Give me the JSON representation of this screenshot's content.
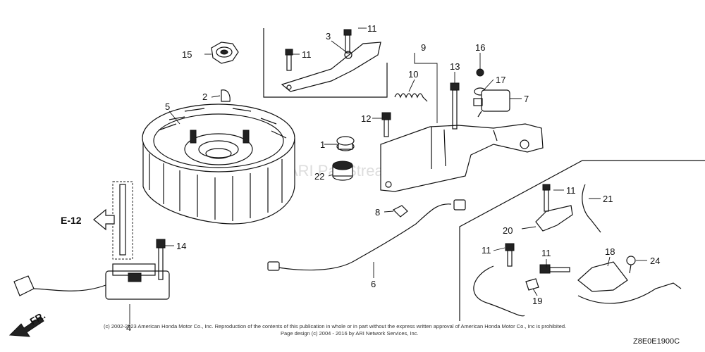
{
  "diagram": {
    "callouts": [
      "1",
      "2",
      "3",
      "4",
      "5",
      "6",
      "7",
      "8",
      "9",
      "10",
      "11",
      "12",
      "13",
      "14",
      "15",
      "16",
      "17",
      "18",
      "19",
      "20",
      "21",
      "22",
      "24"
    ],
    "labels": {
      "p1": "1",
      "p2": "2",
      "p3": "3",
      "p4": "4",
      "p5": "5",
      "p6": "6",
      "p7": "7",
      "p8": "8",
      "p9": "9",
      "p10": "10",
      "p11a": "11",
      "p11b": "11",
      "p11c": "11",
      "p11d": "11",
      "p11e": "11",
      "p12": "12",
      "p13": "13",
      "p14": "14",
      "p15": "15",
      "p16": "16",
      "p17": "17",
      "p18": "18",
      "p19": "19",
      "p20": "20",
      "p21": "21",
      "p22": "22",
      "p24": "24"
    },
    "reference": "E-12",
    "direction": "FR.",
    "watermark": "ARI PartStream",
    "copyright_line1": "(c) 2002-2023 American Honda Motor Co., Inc. Reproduction of the contents of this publication in whole or in part without the express written approval of American Honda Motor Co., Inc is prohibited.",
    "copyright_line2": "Page design (c) 2004 - 2016 by ARI Network Services, Inc.",
    "diagram_code": "Z8E0E1900C"
  }
}
